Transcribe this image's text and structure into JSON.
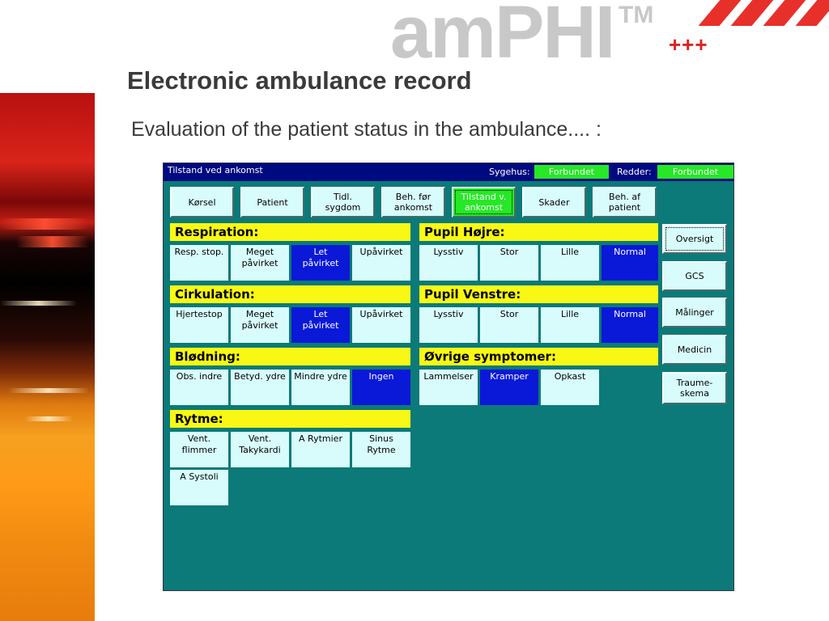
{
  "slide": {
    "title": "Electronic ambulance record",
    "subtitle": "Evaluation of the patient status in the ambulance.... :"
  },
  "logo": {
    "text": "amPHI",
    "tm": "TM",
    "plus": "+++",
    "brand_gray": "#c8c8c8",
    "brand_red": "#e02020"
  },
  "app": {
    "window_title": "Tilstand ved ankomst",
    "hospital_label": "Sygehus:",
    "hospital_status": "Forbundet",
    "rescuer_label": "Redder:",
    "rescuer_status": "Forbundet",
    "colors": {
      "background": "#0b7a78",
      "titlebar": "#000a80",
      "connected": "#26e826",
      "header": "#f8f814",
      "cell": "#d8fcfc",
      "selected": "#0a18d8"
    },
    "tabs": [
      {
        "label": "Kørsel"
      },
      {
        "label": "Patient"
      },
      {
        "label": "Tidl.\nsygdom"
      },
      {
        "label": "Beh. før\nankomst"
      },
      {
        "label": "Tilstand v.\nankomst",
        "active": true
      },
      {
        "label": "Skader"
      },
      {
        "label": "Beh. af\npatient"
      }
    ],
    "side_buttons": [
      {
        "label": "Oversigt"
      },
      {
        "label": "GCS"
      },
      {
        "label": "Målinger"
      },
      {
        "label": "Medicin"
      },
      {
        "label": "Traume-\nskema"
      }
    ],
    "sections": {
      "respiration": {
        "title": "Respiration:",
        "options": [
          "Resp. stop.",
          "Meget\npåvirket",
          "Let\npåvirket",
          "Upåvirket"
        ],
        "selected": "Let\npåvirket"
      },
      "cirkulation": {
        "title": "Cirkulation:",
        "options": [
          "Hjertestop",
          "Meget\npåvirket",
          "Let\npåvirket",
          "Upåvirket"
        ],
        "selected": "Let\npåvirket"
      },
      "blodning": {
        "title": "Blødning:",
        "options": [
          "Obs. indre",
          "Betyd. ydre",
          "Mindre ydre",
          "Ingen"
        ],
        "selected": "Ingen"
      },
      "rytme": {
        "title": "Rytme:",
        "options": [
          "Vent.\nflimmer",
          "Vent.\nTakykardi",
          "A Rytmier",
          "Sinus\nRytme",
          "A Systoli"
        ],
        "selected": ""
      },
      "pupil_hojre": {
        "title": "Pupil Højre:",
        "options": [
          "Lysstiv",
          "Stor",
          "Lille",
          "Normal"
        ],
        "selected": "Normal"
      },
      "pupil_venstre": {
        "title": "Pupil Venstre:",
        "options": [
          "Lysstiv",
          "Stor",
          "Lille",
          "Normal"
        ],
        "selected": "Normal"
      },
      "ovrige": {
        "title": "Øvrige symptomer:",
        "options": [
          "Lammelser",
          "Kramper",
          "Opkast"
        ],
        "selected": "Kramper"
      }
    }
  }
}
